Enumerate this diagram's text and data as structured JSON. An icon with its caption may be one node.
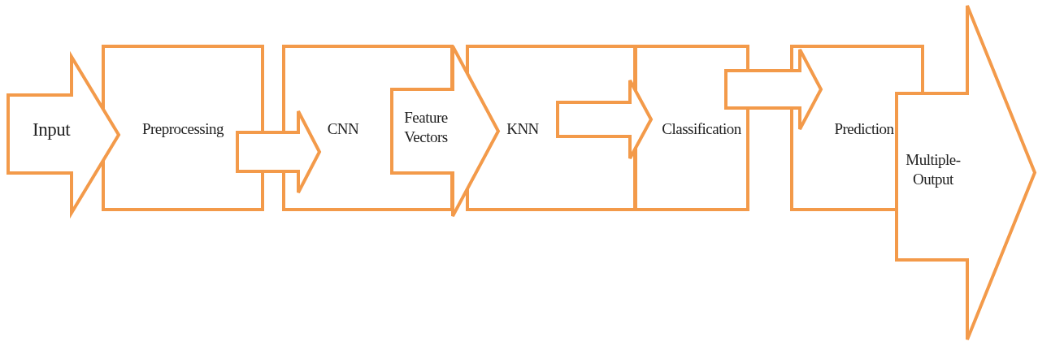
{
  "diagram": {
    "nodes": [
      {
        "text": [
          "Input"
        ]
      },
      {
        "text": [
          "Preprocessing"
        ]
      },
      {
        "text": [
          "CNN"
        ]
      },
      {
        "text": [
          "Feature Vectors"
        ]
      },
      {
        "text": [
          "KNN"
        ]
      },
      {
        "text": [
          "Classification"
        ]
      },
      {
        "text": [
          "Prediction"
        ]
      },
      {
        "text": [
          "Multiple-Output"
        ]
      }
    ],
    "edges": [
      {
        "from": 1,
        "to": 2,
        "arrow": "to"
      },
      {
        "from": 4,
        "to": 5,
        "arrow": "to"
      },
      {
        "from": 5,
        "to": 6,
        "arrow": "to"
      }
    ]
  }
}
